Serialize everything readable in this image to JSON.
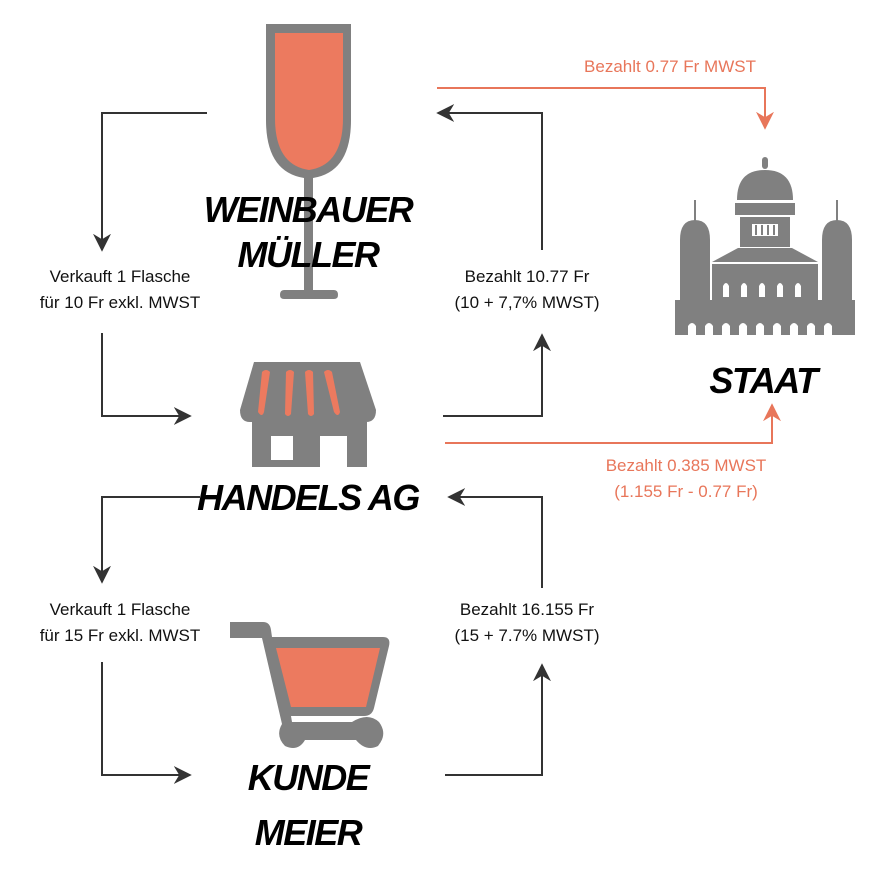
{
  "colors": {
    "accent": "#ec7a5f",
    "icon_gray": "#808080",
    "line": "#333333"
  },
  "nodes": {
    "weinbauer": {
      "line1": "WEINBAUER",
      "line2": "MÜLLER",
      "icon": "wine-glass-icon"
    },
    "handels": {
      "line1": "HANDELS AG",
      "icon": "shop-icon"
    },
    "kunde": {
      "line1": "KUNDE",
      "line2": "MEIER",
      "icon": "shopping-cart-icon"
    },
    "staat": {
      "line1": "STAAT",
      "icon": "parliament-building-icon"
    }
  },
  "flows": {
    "sell1": {
      "line1": "Verkauft 1 Flasche",
      "line2": "für 10 Fr exkl. MWST"
    },
    "pay1": {
      "line1": "Bezahlt 10.77 Fr",
      "line2": "(10 + 7,7% MWST)"
    },
    "sell2": {
      "line1": "Verkauft 1 Flasche",
      "line2": "für 15 Fr exkl. MWST"
    },
    "pay2": {
      "line1": "Bezahlt 16.155 Fr",
      "line2": "(15 + 7.7% MWST)"
    },
    "tax1": {
      "line1": "Bezahlt 0.77 Fr MWST"
    },
    "tax2": {
      "line1": "Bezahlt 0.385 MWST",
      "line2": "(1.155 Fr - 0.77 Fr)"
    }
  }
}
